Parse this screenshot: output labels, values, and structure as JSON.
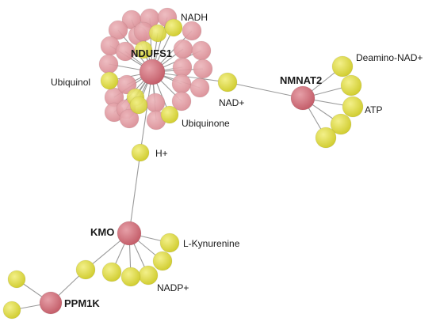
{
  "network": {
    "colors": {
      "gene_node": "#c25a66",
      "gene_node_faded": "#d98a92",
      "metabolite_node": "#d6d233",
      "metabolite_node_faded": "#e8e46a",
      "edge": "#9a9a9a"
    },
    "labels": {
      "ndufs1": "NDUFS1",
      "nadh": "NADH",
      "ubiquinol": "Ubiquinol",
      "ubiquinone": "Ubiquinone",
      "nad_plus": "NAD+",
      "nmnat2": "NMNAT2",
      "deamino_nad": "Deamino-NAD+",
      "atp": "ATP",
      "h_plus": "H+",
      "kmo": "KMO",
      "l_kynurenine": "L-Kynurenine",
      "nadp_plus": "NADP+",
      "ppm1k": "PPM1K"
    }
  }
}
